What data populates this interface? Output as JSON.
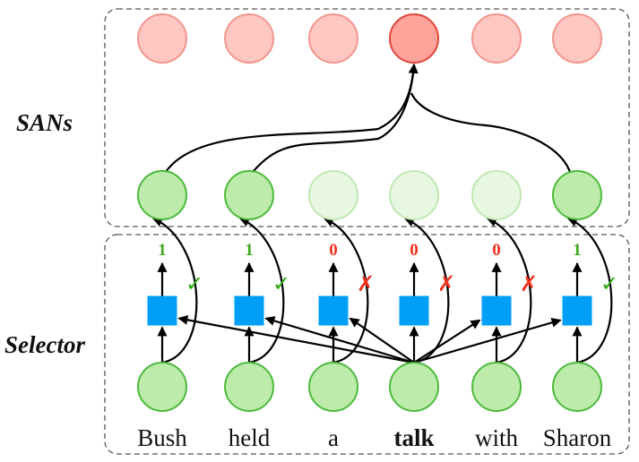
{
  "sections": {
    "sans": {
      "label": "SANs"
    },
    "selector": {
      "label": "Selector"
    }
  },
  "colors": {
    "output_fill": "#ffc7c2",
    "output_stroke": "#f3958d",
    "output_focus_fill": "#ffa39b",
    "output_focus_stroke": "#e0453a",
    "selected_fill": "#bdebab",
    "selected_stroke": "#4cba3c",
    "unselected_fill": "#e8f7e2",
    "unselected_stroke": "#bfe8b2",
    "gate_fill": "#009ff7",
    "gate_one": "#3fa81f",
    "gate_zero": "#f03020",
    "check": "#2cab11",
    "cross": "#f0301e",
    "edge": "#000000",
    "border": "#555555"
  },
  "query_index": 3,
  "tokens": [
    {
      "word": "Bush",
      "bold": false,
      "gate": "1",
      "selected": true,
      "mark": "✓",
      "mark_name": "check-icon"
    },
    {
      "word": "held",
      "bold": false,
      "gate": "1",
      "selected": true,
      "mark": "✓",
      "mark_name": "check-icon"
    },
    {
      "word": "a",
      "bold": false,
      "gate": "0",
      "selected": false,
      "mark": "✗",
      "mark_name": "cross-icon"
    },
    {
      "word": "talk",
      "bold": true,
      "gate": "0",
      "selected": false,
      "mark": "✗",
      "mark_name": "cross-icon"
    },
    {
      "word": "with",
      "bold": false,
      "gate": "0",
      "selected": false,
      "mark": "✗",
      "mark_name": "cross-icon"
    },
    {
      "word": "Sharon",
      "bold": false,
      "gate": "1",
      "selected": true,
      "mark": "✓",
      "mark_name": "check-icon"
    }
  ]
}
